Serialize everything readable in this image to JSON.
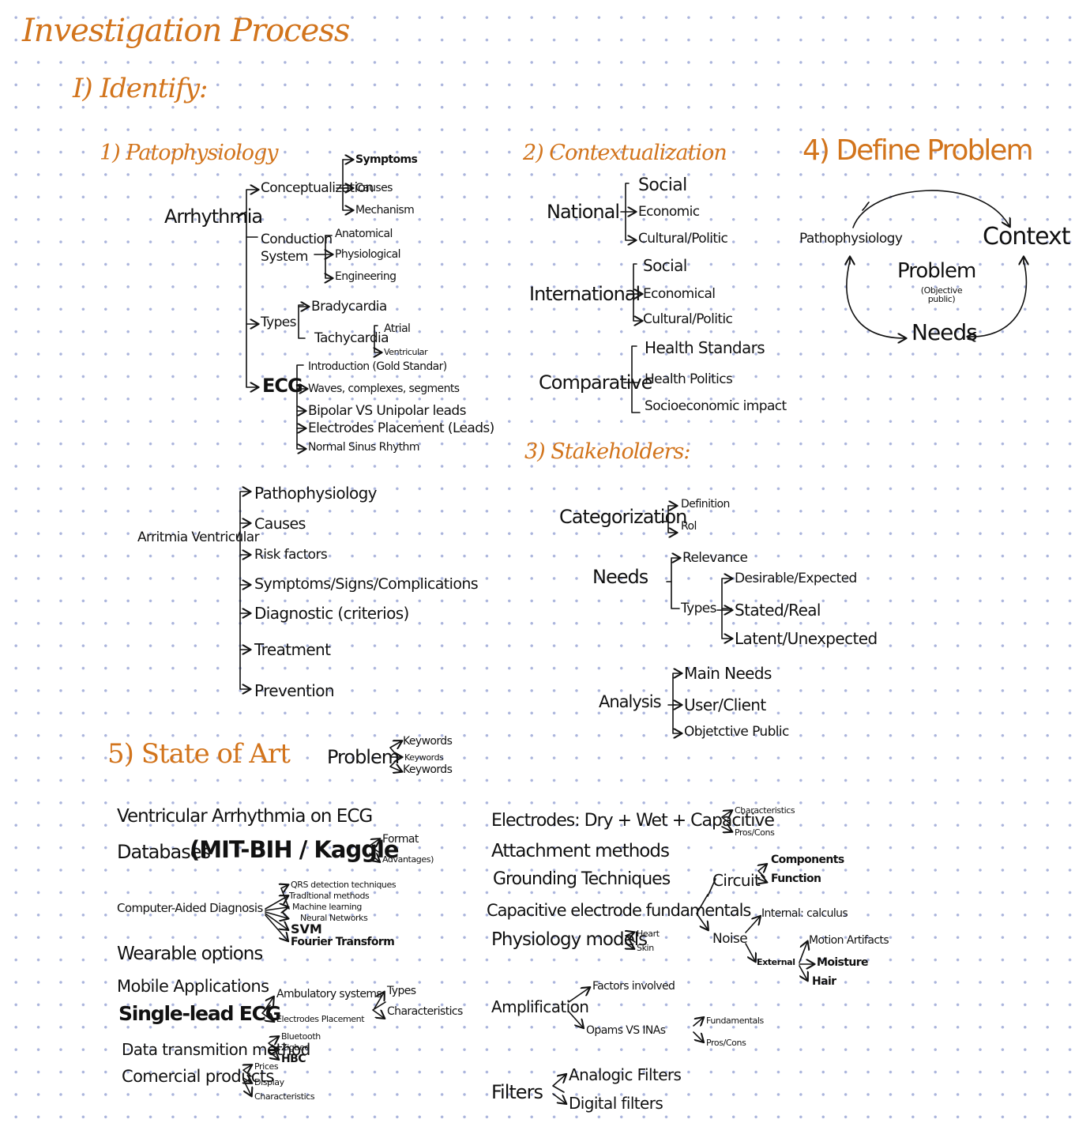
{
  "title": "Investigation Process",
  "section_identify": "I) Identify:",
  "patho": {
    "heading": "1) Patophysiology",
    "arrhythmia": {
      "root": "Arrhythmia",
      "conceptualization": "Conceptualization",
      "concept_items": [
        "Symptoms",
        "Causes",
        "Mechanism"
      ],
      "conduction": "Conduction System",
      "conduction_items": [
        "Anatomical",
        "Physiological",
        "Engineering"
      ],
      "types": "Types",
      "bradycardia": "Bradycardia",
      "tachycardia": "Tachycardia",
      "tachy_items": [
        "Atrial",
        "Ventricular"
      ],
      "ecg": "ECG",
      "ecg_items": [
        "Introduction (Gold Standar)",
        "Waves, complexes, segments",
        "Bipolar VS Unipolar leads",
        "Electrodes Placement (Leads)",
        "Normal Sinus Rhythm"
      ]
    },
    "arritmia_v": {
      "root": "Arritmia Ventricular",
      "items": [
        "Pathophysiology",
        "Causes",
        "Risk factors",
        "Symptoms/Signs/Complications",
        "Diagnostic (criterios)",
        "Treatment",
        "Prevention"
      ]
    }
  },
  "context": {
    "heading": "2) Contextualization",
    "national": "National",
    "national_items": [
      "Social",
      "Economic",
      "Cultural/Politic"
    ],
    "international": "International",
    "international_items": [
      "Social",
      "Economical",
      "Cultural/Politic"
    ],
    "comparative": "Comparative",
    "comparative_items": [
      "Health Standars",
      "Health Politics",
      "Socioeconomic impact"
    ]
  },
  "stakeholders": {
    "heading": "3) Stakeholders:",
    "categorization": "Categorization",
    "categorization_items": [
      "Definition",
      "Rol"
    ],
    "needs": "Needs",
    "relevance": "Relevance",
    "types": "Types",
    "types_items": [
      "Desirable/Expected",
      "Stated/Real",
      "Latent/Unexpected"
    ],
    "analysis": "Analysis",
    "analysis_items": [
      "Main Needs",
      "User/Client",
      "Objetctive Public"
    ]
  },
  "define": {
    "heading": "4) Define Problem",
    "pathophysiology": "Pathophysiology",
    "context": "Context",
    "problem": "Problem",
    "problem_sub": "(Objective public)",
    "needs": "Needs"
  },
  "state": {
    "heading": "5) State of Art",
    "problem": "Problem",
    "keywords": [
      "Keywords",
      "Keywords",
      "Keywords"
    ],
    "left": {
      "ventricular": "Ventricular Arrhythmia on ECG",
      "databases": "Databases",
      "databases_big": "(MIT-BIH / Kaggle",
      "databases_items": [
        "Format",
        "Advantages)"
      ],
      "cad": "Computer-Aided Diagnosis",
      "cad_items": [
        "QRS detection techniques",
        "Traditional methods",
        "Machine learning",
        "Neural Networks",
        "SVM",
        "Fourier Transform"
      ],
      "wearable": "Wearable options",
      "mobile": "Mobile Applications",
      "single": "Single-lead ECG",
      "single_items": [
        "Ambulatory systems",
        "Electrodes Placement"
      ],
      "ambulatory_items": [
        "Types",
        "Characteristics"
      ],
      "data_tx": "Data transmition method",
      "data_tx_items": [
        "Bluetooth",
        "Zigbee",
        "HBC"
      ],
      "comercial": "Comercial products",
      "comercial_items": [
        "Prices",
        "Display",
        "Characteristics"
      ]
    },
    "right": {
      "electrodes": "Electrodes: Dry + Wet + Capacitive",
      "electrodes_items": [
        "Characteristics",
        "Pros/Cons"
      ],
      "attachment": "Attachment methods",
      "grounding": "Grounding Techniques",
      "capacitive": "Capacitive electrode fundamentals",
      "physiology": "Physiology models",
      "physiology_items": [
        "Heart",
        "Skin"
      ],
      "circuit": "Circuit",
      "circuit_items": [
        "Components",
        "Function"
      ],
      "noise": "Noise",
      "internal": "Internal: calculus",
      "external": "External",
      "external_items": [
        "Motion Artifacts",
        "Moisture",
        "Hair"
      ],
      "amplification": "Amplification",
      "factors": "Factors involved",
      "opamps": "Opams VS INAs",
      "opamps_items": [
        "Fundamentals",
        "Pros/Cons"
      ],
      "filters": "Filters",
      "filters_items": [
        "Analogic Filters",
        "Digital filters"
      ]
    }
  }
}
